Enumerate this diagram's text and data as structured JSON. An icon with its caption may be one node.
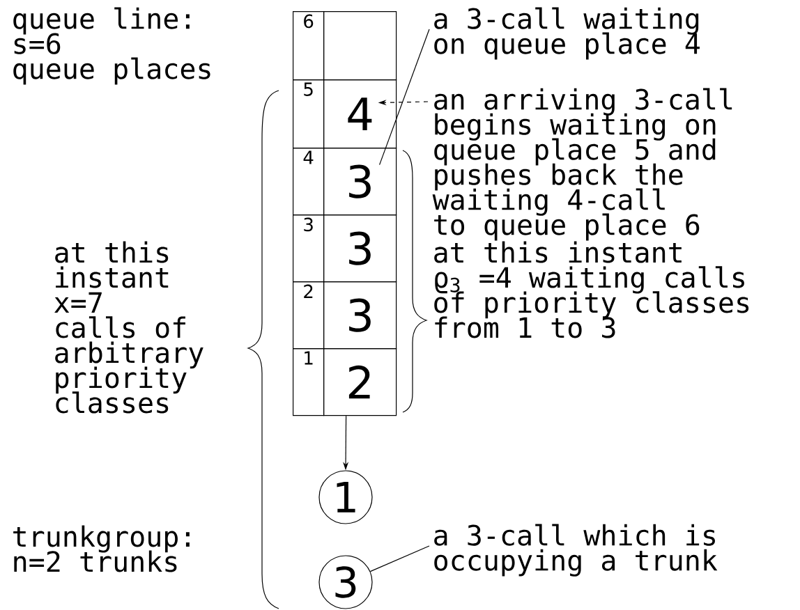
{
  "diagram": {
    "nodes": [
      {
        "text": [
          "6"
        ]
      },
      {
        "text": [],
        "shape": "box"
      },
      {
        "text": [
          "5"
        ]
      },
      {
        "text": [
          "4"
        ]
      },
      {
        "text": [
          "4"
        ]
      },
      {
        "text": [
          "3"
        ]
      },
      {
        "text": [
          "3"
        ]
      },
      {
        "text": [
          "3"
        ]
      },
      {
        "text": [
          "2"
        ]
      },
      {
        "text": [
          "3"
        ]
      },
      {
        "text": [
          "1"
        ]
      },
      {
        "text": [
          "2"
        ]
      },
      {
        "text": [
          "1"
        ]
      },
      {
        "text": [
          "3"
        ]
      },
      {
        "text": [
          "a 3-call waiting on queue place 4"
        ]
      },
      {
        "text": [
          "an arriving 3-call begins waiting on queue place 5 and pushes back the waiting 4-call to queue place 6"
        ]
      },
      {
        "text": [
          "a 3-call which is occupying a trunk"
        ]
      }
    ],
    "edges": [
      {
        "from": 11,
        "to": 12,
        "arrow": "to"
      },
      {
        "from": 14,
        "to": 5,
        "arrow": "none"
      },
      {
        "from": 15,
        "to": 3,
        "arrow": "to",
        "style": "dashed"
      },
      {
        "from": 16,
        "to": 13,
        "arrow": "none"
      }
    ],
    "labels": [
      "queue line: s=6 queue places",
      "at this instant x=7 calls of arbitrary priority classes",
      "at this instant ϱ$_{3}$ =4 waiting calls of priority classes from 1 to 3",
      "trunkgroup: n=2 trunks"
    ]
  }
}
